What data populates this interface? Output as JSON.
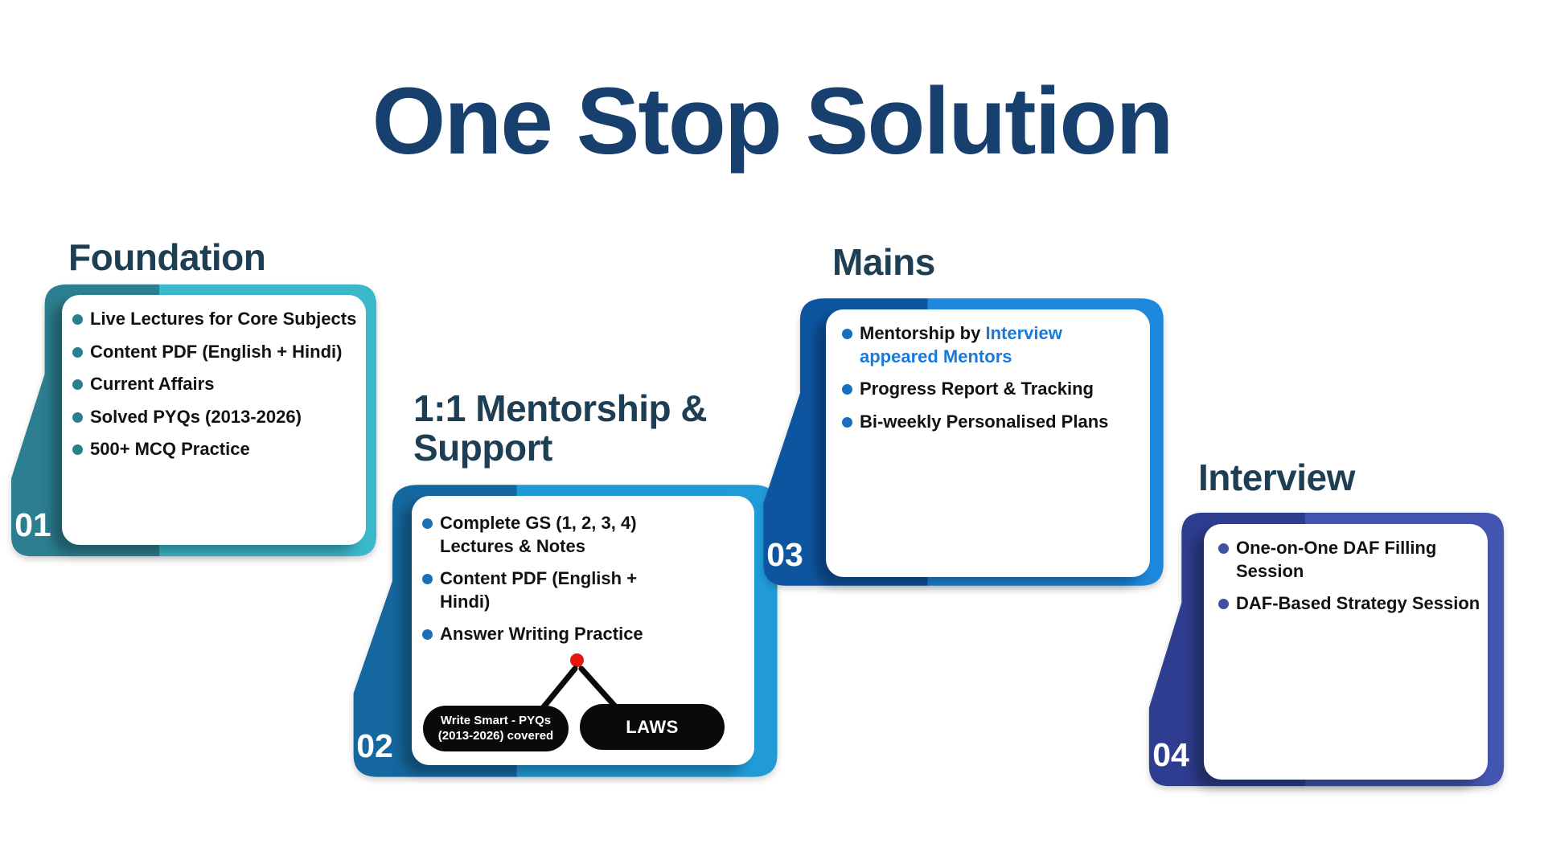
{
  "page": {
    "title": "One Stop Solution",
    "title_color": "#17406E",
    "background": "#FFFFFF",
    "card_title_color": "#1D3E53"
  },
  "cards": [
    {
      "number": "01",
      "title": "Foundation",
      "color_dark": "#2C7F90",
      "color_light": "#3CB8CB",
      "bullet_color": "#2A7F8F",
      "number_color": "#FFFFFF",
      "items": [
        {
          "text": "Live Lectures for Core Subjects"
        },
        {
          "text": "Content PDF (English + Hindi)"
        },
        {
          "text": "Current Affairs"
        },
        {
          "text": "Solved PYQs (2013-2026)"
        },
        {
          "text": "500+ MCQ Practice"
        }
      ]
    },
    {
      "number": "02",
      "title": "1:1 Mentorship & Support",
      "color_dark": "#15689F",
      "color_light": "#209BD8",
      "bullet_color": "#1B6FB5",
      "number_color": "#FFFFFF",
      "items": [
        {
          "text": "Complete GS (1, 2, 3, 4) Lectures & Notes"
        },
        {
          "text": "Content PDF (English + Hindi)"
        },
        {
          "text": "Answer Writing Practice"
        }
      ],
      "callout": {
        "dot_color": "#E8150D",
        "line_color": "#0A0A0A",
        "pill_bg": "#0A0A0A",
        "pill_text_color": "#FFFFFF",
        "pills": [
          {
            "lines": [
              "Write Smart - PYQs",
              "(2013-2026) covered"
            ]
          },
          {
            "lines": [
              "LAWS"
            ]
          }
        ]
      }
    },
    {
      "number": "03",
      "title": "Mains",
      "color_dark": "#0E55A0",
      "color_light": "#1E88DD",
      "bullet_color": "#176FC1",
      "number_color": "#FFFFFF",
      "items": [
        {
          "prefix": "Mentorship by ",
          "highlight": "Interview appeared Mentors",
          "highlight_color": "#1A7AD9"
        },
        {
          "text": "Progress Report & Tracking"
        },
        {
          "text": "Bi-weekly Personalised Plans"
        }
      ]
    },
    {
      "number": "04",
      "title": "Interview",
      "color_dark": "#2E3D8F",
      "color_light": "#4355B0",
      "bullet_color": "#41519F",
      "number_color": "#FFFFFF",
      "items": [
        {
          "text": "One-on-One DAF Filling Session"
        },
        {
          "text": "DAF-Based Strategy Session"
        }
      ]
    }
  ]
}
